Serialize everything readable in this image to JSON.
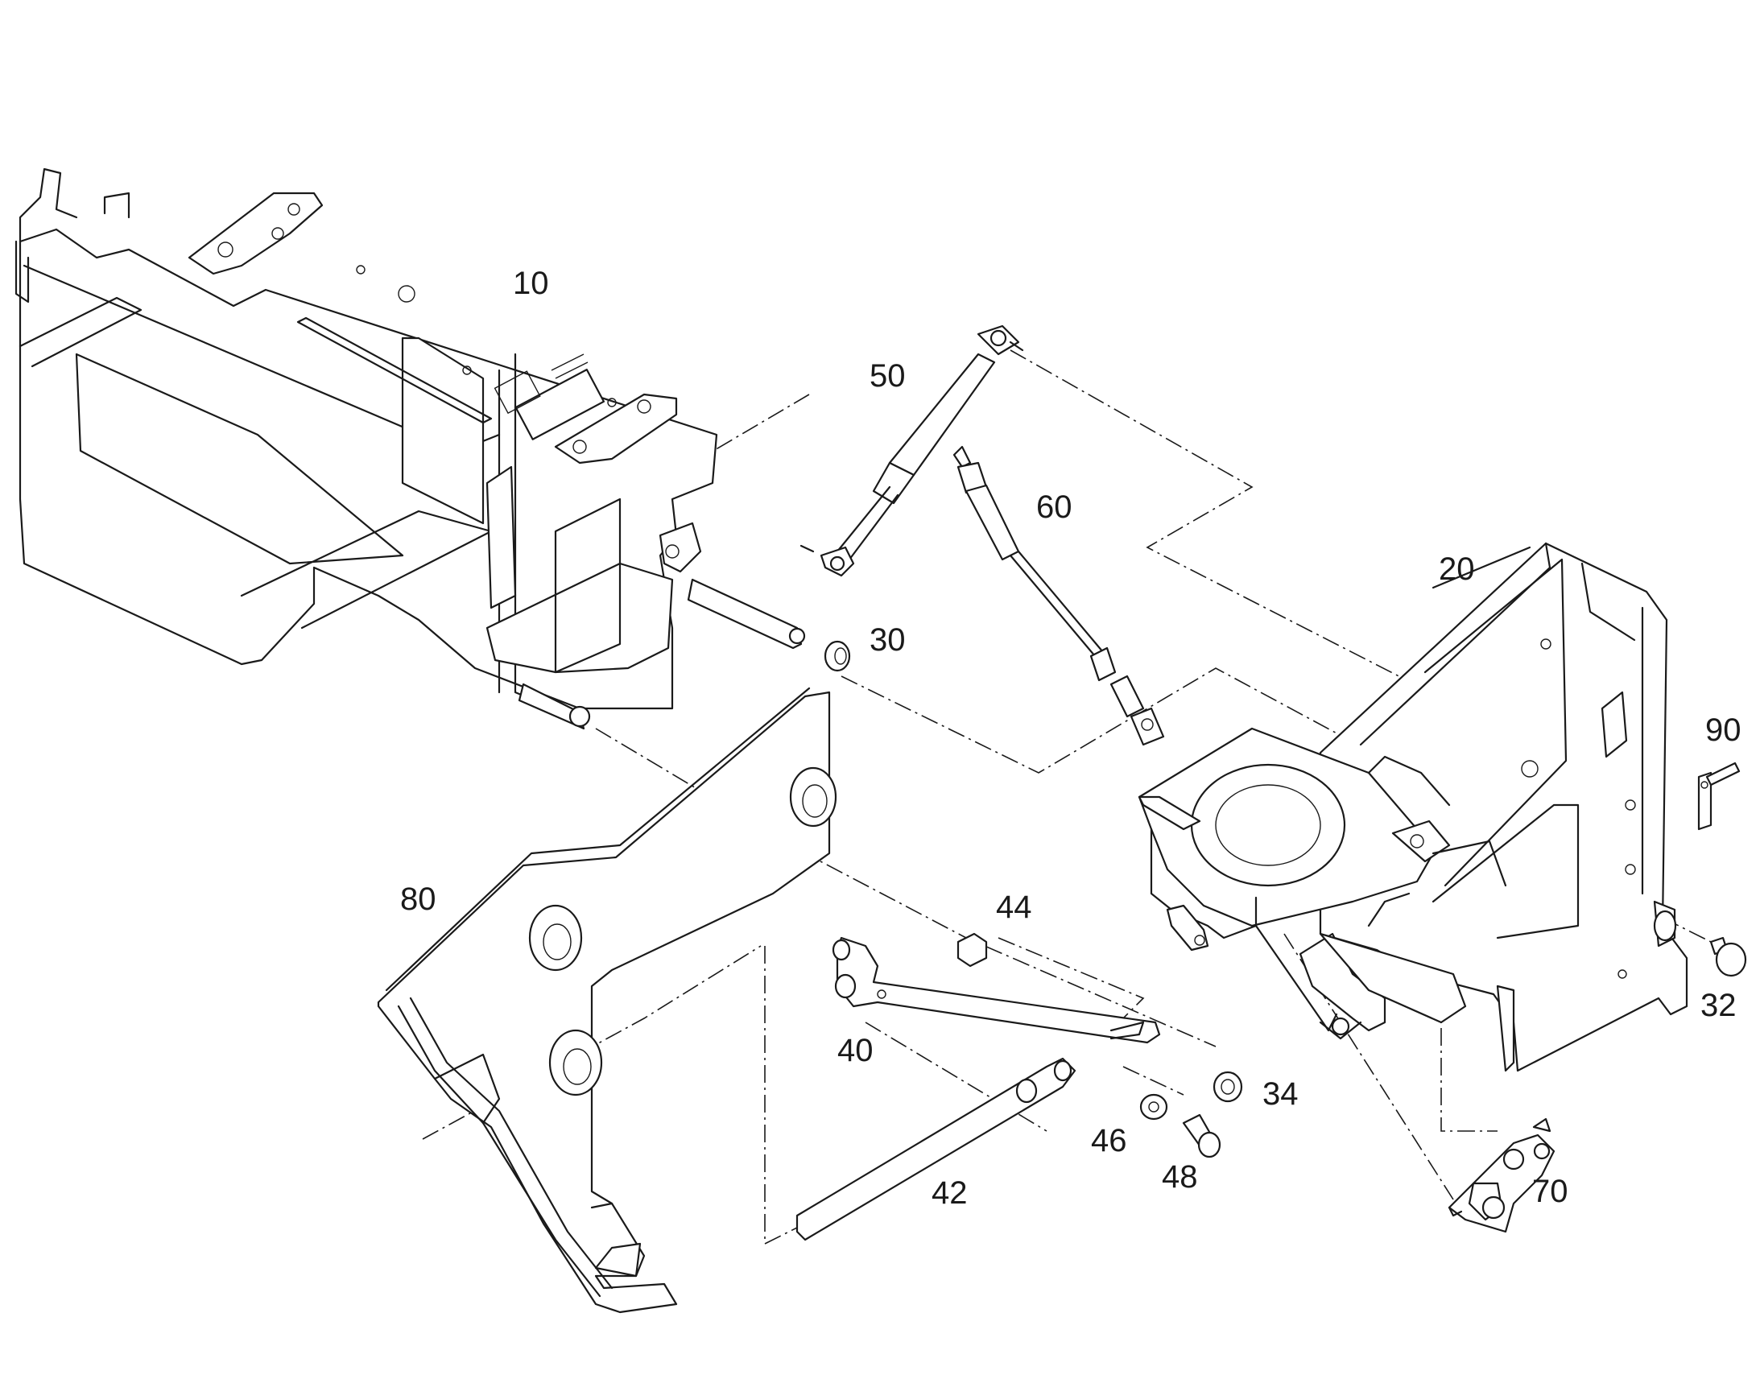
{
  "callouts": {
    "p10": "10",
    "p20": "20",
    "p30": "30",
    "p32": "32",
    "p34": "34",
    "p40": "40",
    "p42": "42",
    "p44": "44",
    "p46": "46",
    "p48": "48",
    "p50": "50",
    "p60": "60",
    "p70": "70",
    "p80": "80",
    "p90": "90"
  }
}
